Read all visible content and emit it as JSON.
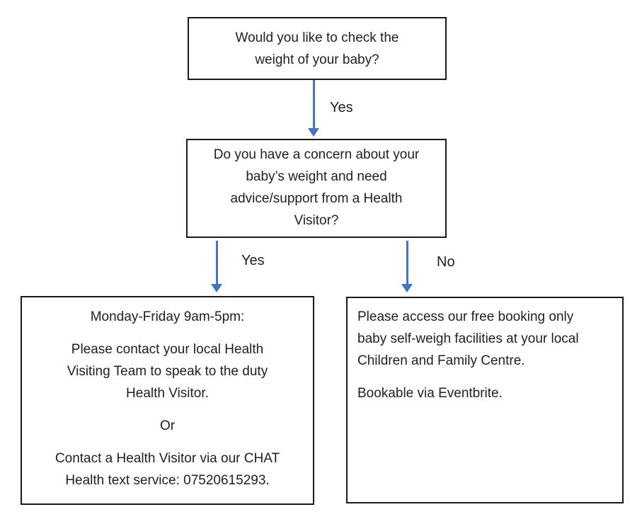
{
  "title": "Baby weight check flowchart",
  "colors": {
    "arrow": "#4472C4",
    "border": "#1a1a1a",
    "text": "#1f1f1f",
    "background": "#ffffff"
  },
  "nodes": {
    "q1": {
      "lines": [
        "Would you like to check the",
        "weight of your baby?"
      ]
    },
    "q2": {
      "lines": [
        "Do you have a concern about your",
        "baby’s weight and need",
        "advice/support from a Health",
        "Visitor?"
      ]
    },
    "left_outcome": {
      "paragraphs": [
        {
          "lines": [
            "Monday-Friday 9am-5pm:"
          ]
        },
        {
          "lines": [
            "Please contact your local Health",
            "Visiting Team to speak to the duty",
            "Health Visitor."
          ]
        },
        {
          "lines": [
            "Or"
          ]
        },
        {
          "lines": [
            "Contact a Health Visitor via our CHAT",
            "Health text service: 07520615293."
          ]
        }
      ]
    },
    "right_outcome": {
      "paragraphs": [
        {
          "lines": [
            "Please access our free booking only",
            "baby self-weigh facilities at your local",
            "Children and Family Centre."
          ]
        },
        {
          "lines": [
            "Bookable via Eventbrite."
          ]
        }
      ]
    }
  },
  "edge_labels": {
    "q1_to_q2": "Yes",
    "q2_to_left": "Yes",
    "q2_to_right": "No"
  }
}
